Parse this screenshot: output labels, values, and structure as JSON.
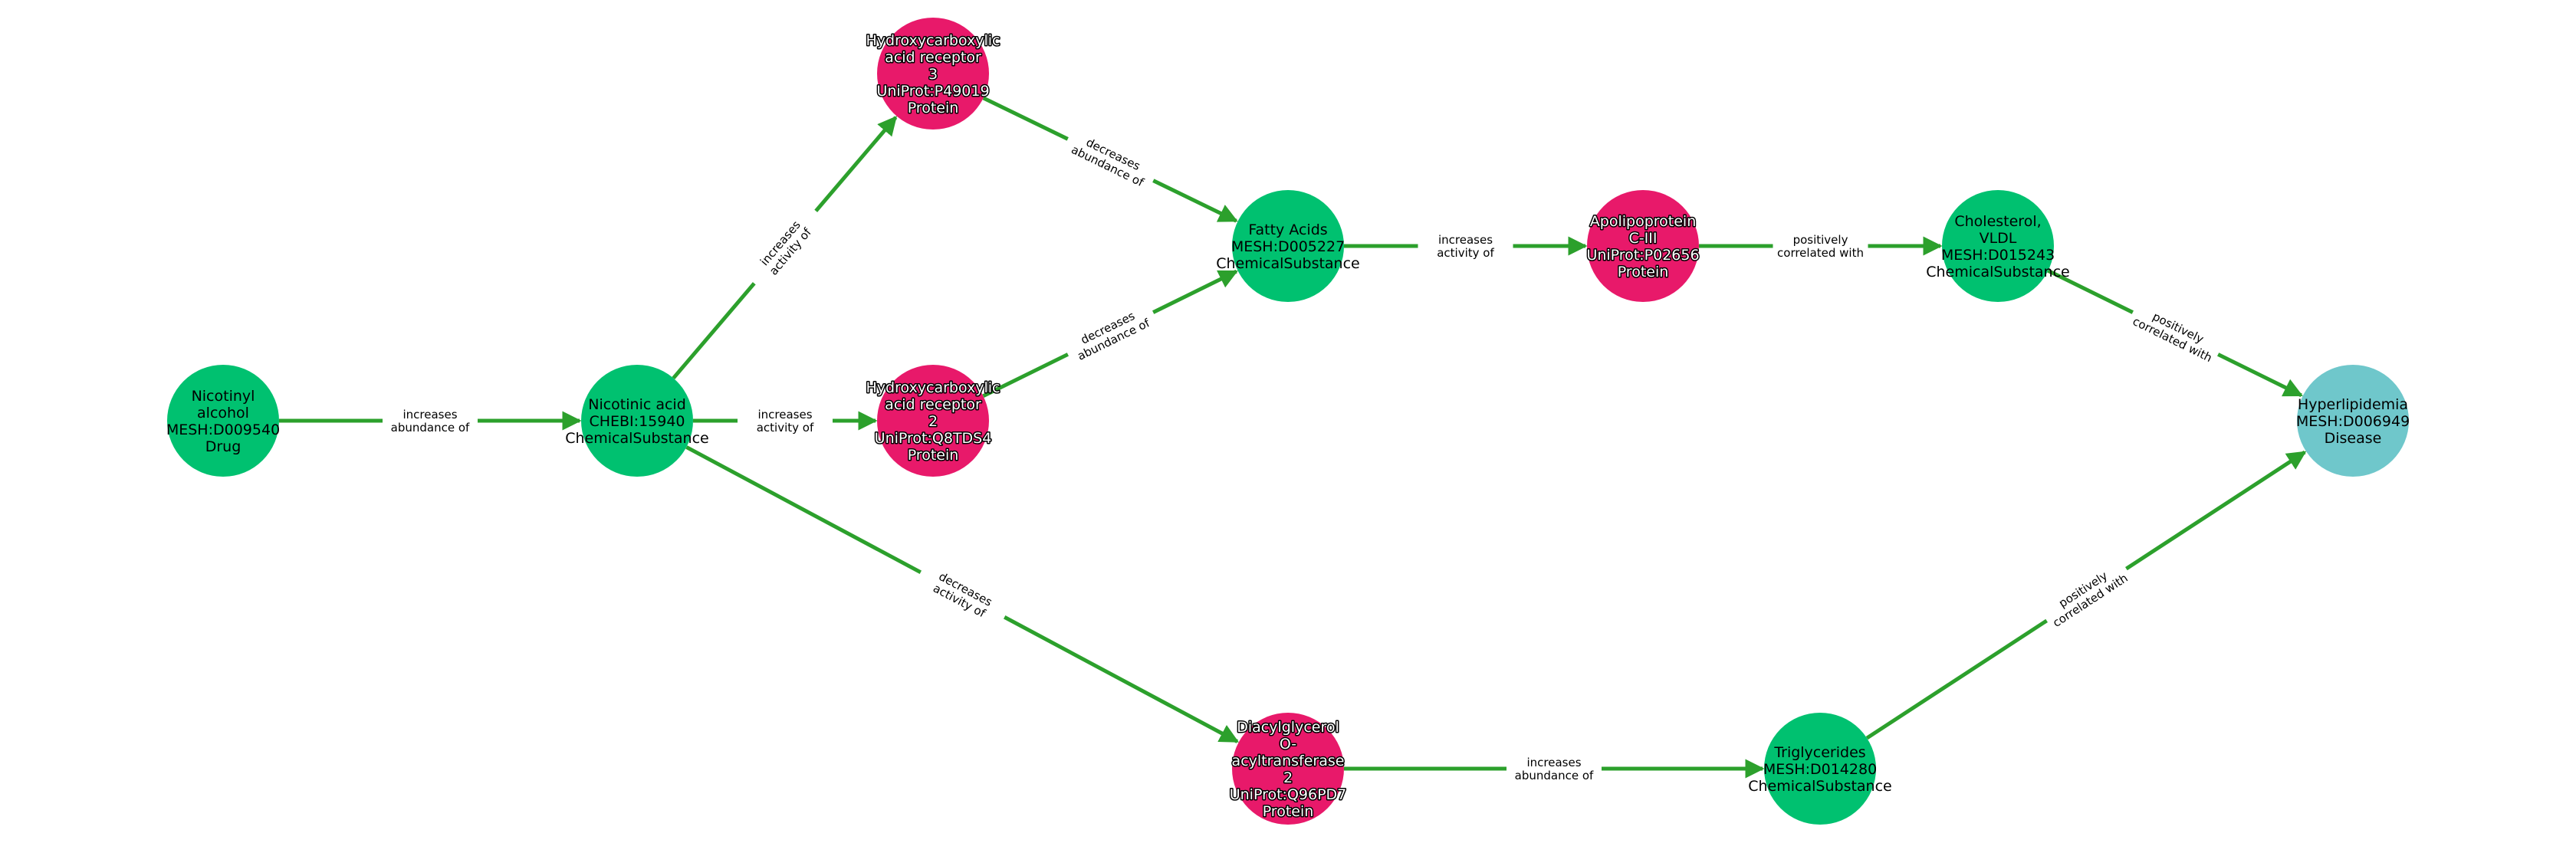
{
  "colors": {
    "edge": "#2ca02c",
    "Drug": "#00c170",
    "ChemicalSubstance": "#00c170",
    "Protein": "#e8196a",
    "Disease": "#6fc7cb"
  },
  "nodes": [
    {
      "id": "nicotinyl",
      "type": "Drug",
      "lines": [
        "Nicotinyl",
        "alcohol",
        "MESH:D009540",
        "Drug"
      ]
    },
    {
      "id": "nicotinic",
      "type": "ChemicalSubstance",
      "lines": [
        "Nicotinic acid",
        "CHEBI:15940",
        "ChemicalSubstance"
      ]
    },
    {
      "id": "hca3",
      "type": "Protein",
      "lines": [
        "Hydroxycarboxylic",
        "acid receptor",
        "3",
        "UniProt:P49019",
        "Protein"
      ]
    },
    {
      "id": "hca2",
      "type": "Protein",
      "lines": [
        "Hydroxycarboxylic",
        "acid receptor",
        "2",
        "UniProt:Q8TDS4",
        "Protein"
      ]
    },
    {
      "id": "fatty",
      "type": "ChemicalSubstance",
      "lines": [
        "Fatty Acids",
        "MESH:D005227",
        "ChemicalSubstance"
      ]
    },
    {
      "id": "apoc3",
      "type": "Protein",
      "lines": [
        "Apolipoprotein",
        "C-III",
        "UniProt:P02656",
        "Protein"
      ]
    },
    {
      "id": "vldl",
      "type": "ChemicalSubstance",
      "lines": [
        "Cholesterol,",
        "VLDL",
        "MESH:D015243",
        "ChemicalSubstance"
      ]
    },
    {
      "id": "hyper",
      "type": "Disease",
      "lines": [
        "Hyperlipidemia",
        "MESH:D006949",
        "Disease"
      ]
    },
    {
      "id": "dgat2",
      "type": "Protein",
      "lines": [
        "Diacylglycerol",
        "O-",
        "acyltransferase",
        "2",
        "UniProt:Q96PD7",
        "Protein"
      ]
    },
    {
      "id": "trig",
      "type": "ChemicalSubstance",
      "lines": [
        "Triglycerides",
        "MESH:D014280",
        "ChemicalSubstance"
      ]
    }
  ],
  "edges": [
    {
      "from": "nicotinyl",
      "to": "nicotinic",
      "lines": [
        "increases",
        "abundance of"
      ]
    },
    {
      "from": "nicotinic",
      "to": "hca3",
      "lines": [
        "increases",
        "activity of"
      ]
    },
    {
      "from": "nicotinic",
      "to": "hca2",
      "lines": [
        "increases",
        "activity of"
      ]
    },
    {
      "from": "nicotinic",
      "to": "dgat2",
      "lines": [
        "decreases",
        "activity of"
      ]
    },
    {
      "from": "hca3",
      "to": "fatty",
      "lines": [
        "decreases",
        "abundance of"
      ]
    },
    {
      "from": "hca2",
      "to": "fatty",
      "lines": [
        "decreases",
        "abundance of"
      ]
    },
    {
      "from": "fatty",
      "to": "apoc3",
      "lines": [
        "increases",
        "activity of"
      ]
    },
    {
      "from": "apoc3",
      "to": "vldl",
      "lines": [
        "positively",
        "correlated with"
      ]
    },
    {
      "from": "vldl",
      "to": "hyper",
      "lines": [
        "positively",
        "correlated with"
      ]
    },
    {
      "from": "dgat2",
      "to": "trig",
      "lines": [
        "increases",
        "abundance of"
      ]
    },
    {
      "from": "trig",
      "to": "hyper",
      "lines": [
        "positively",
        "correlated with"
      ]
    }
  ]
}
